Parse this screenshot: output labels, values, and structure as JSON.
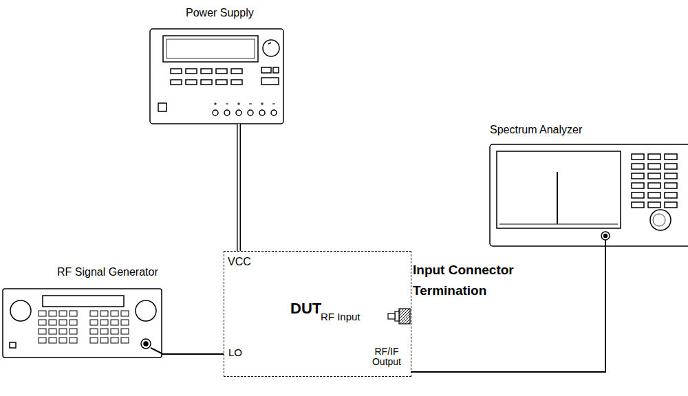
{
  "diagram": {
    "nodes": [
      {
        "text": [
          "Power Supply"
        ]
      },
      {
        "text": [
          "Spectrum Analyzer"
        ]
      },
      {
        "text": [
          "RF Signal Generator"
        ]
      },
      {
        "text": [
          "DUT",
          "VCC",
          "LO",
          "RF Input",
          "RF/IF Output"
        ]
      }
    ],
    "edges": [
      {
        "from": 0,
        "to": 3,
        "arrow": "none"
      },
      {
        "from": 2,
        "to": 3,
        "arrow": "none"
      },
      {
        "from": 3,
        "to": 1,
        "arrow": "none"
      }
    ],
    "labels": [
      "Input Connector Termination"
    ]
  }
}
